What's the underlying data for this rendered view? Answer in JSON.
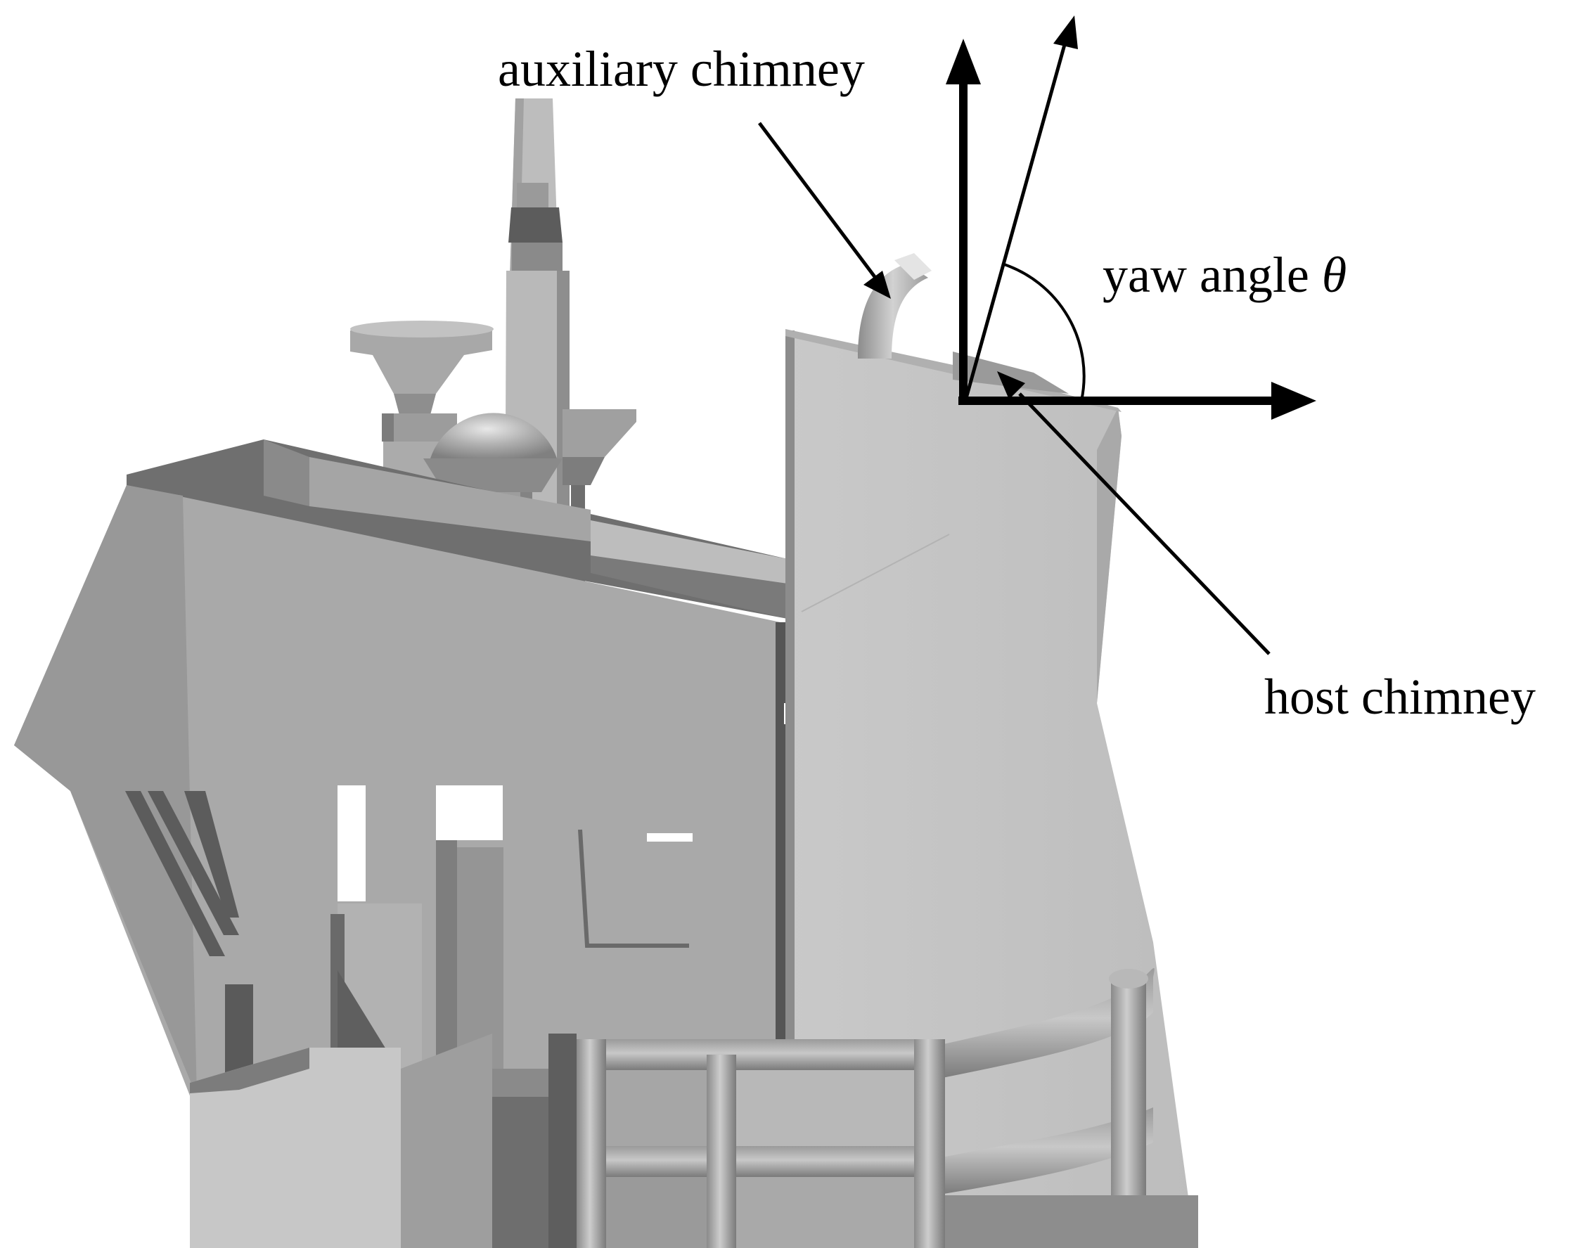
{
  "labels": {
    "auxiliary_chimney": "auxiliary chimney",
    "yaw_angle": "yaw angle",
    "theta_symbol": "θ",
    "host_chimney": "host chimney"
  },
  "colors": {
    "background": "#ffffff",
    "model_light": "#c4c4c4",
    "model_mid": "#aaaaaa",
    "model_dark": "#7e7e7e",
    "model_darker": "#5e5e5e",
    "annotation": "#000000"
  }
}
